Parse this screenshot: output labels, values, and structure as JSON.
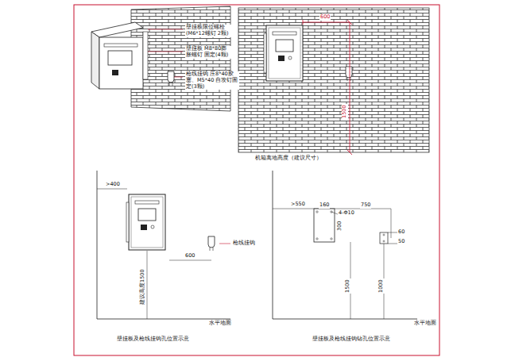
{
  "diagram": {
    "labels": [
      "壁挂板限位螺栓 (M6*12螺钉 2颗)",
      "壁挂板 M8*80膨胀螺钉 固定(4颗)",
      "枪线挂钩 压8*40胶塞、M5*40 自攻钉固定(3颗)",
      "600",
      "1500",
      "机箱离地高度（建议尺寸）",
      ">400",
      "600",
      "枪线挂钩",
      "建议高度1500",
      "水平地面",
      "壁挂板及枪线挂钩孔位置示意",
      ">550",
      "160",
      "4-Φ10",
      "300",
      "750",
      "60",
      "50",
      "1500",
      "1000",
      "水平地面",
      "壁挂板及枪线挂钩钻孔位置示意"
    ]
  }
}
